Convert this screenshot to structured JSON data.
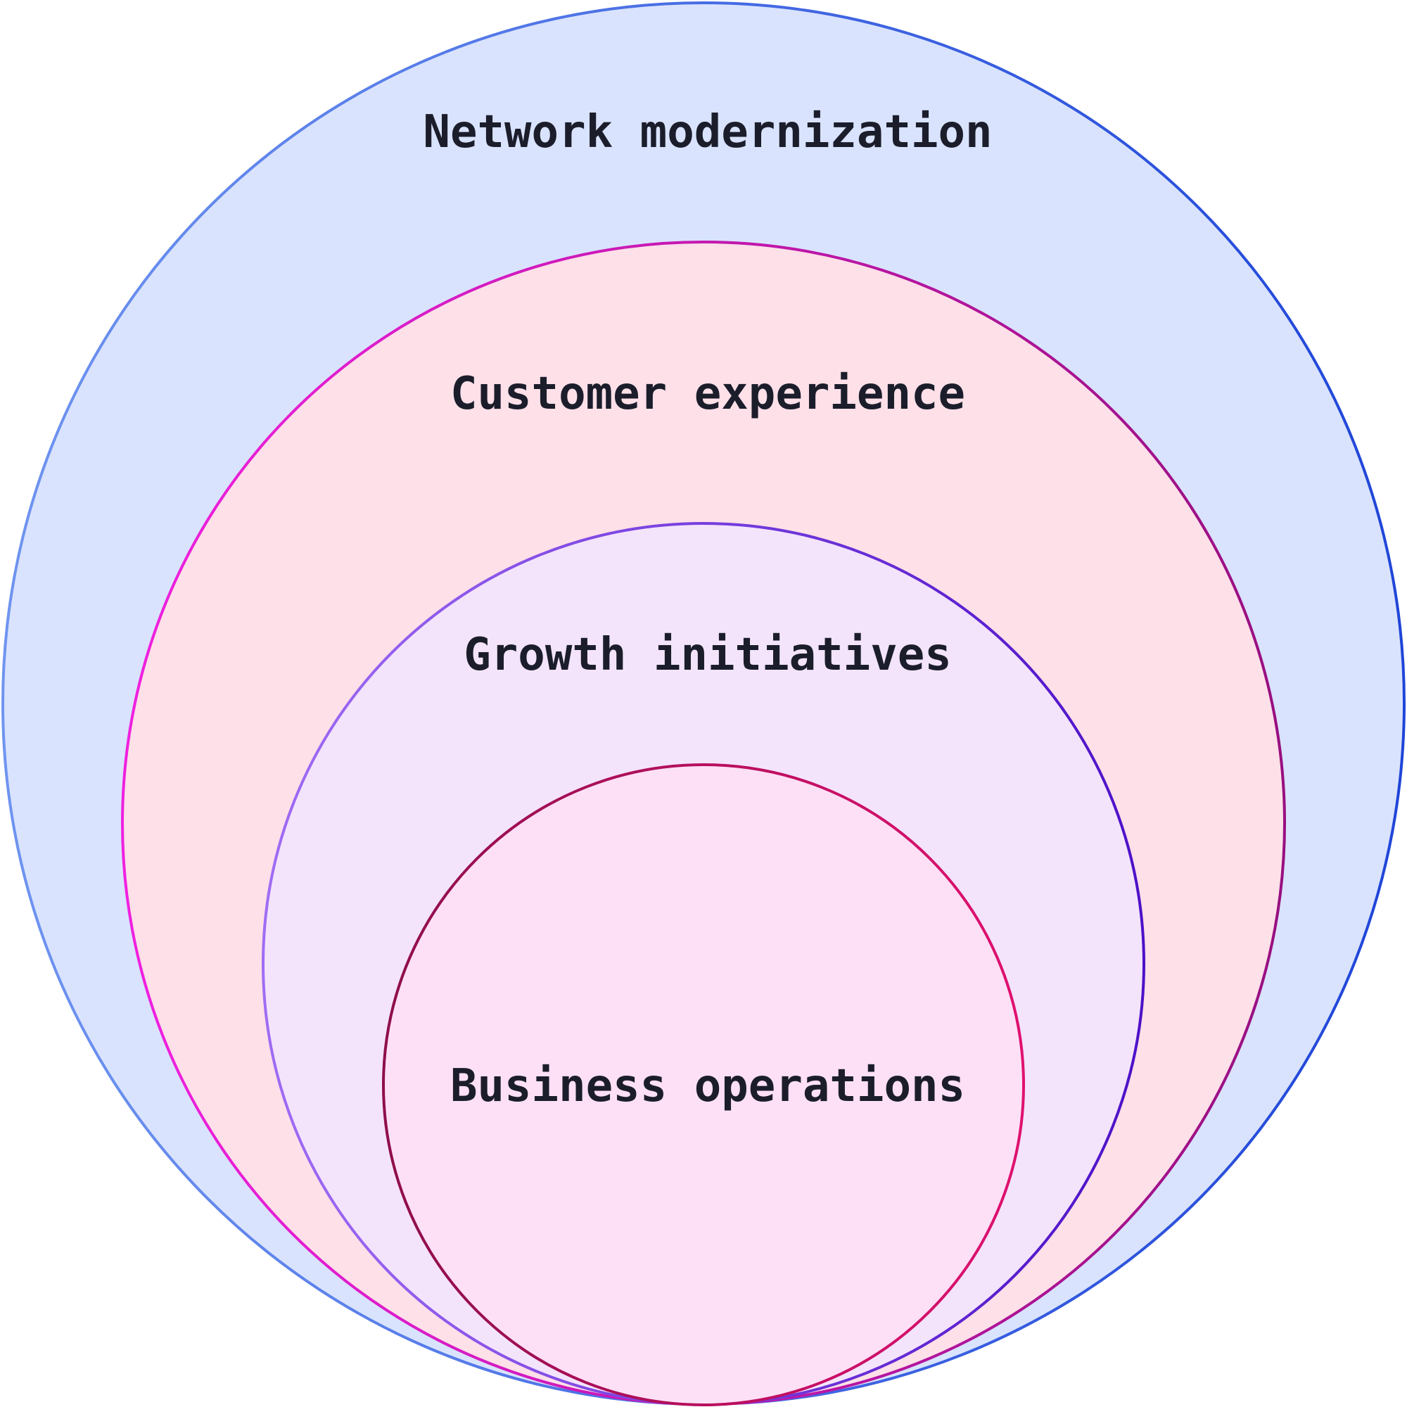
{
  "diagram": {
    "type": "nested-circles",
    "rings": [
      {
        "label": "Network modernization",
        "fill": "#d9e3fd",
        "stroke_from": "#6f94f0",
        "stroke_to": "#1f45d8"
      },
      {
        "label": "Customer experience",
        "fill": "#fde0e8",
        "stroke_from": "#f020e0",
        "stroke_to": "#980f80"
      },
      {
        "label": "Growth initiatives",
        "fill": "#f3e4fc",
        "stroke_from": "#a06cf4",
        "stroke_to": "#4d10c8"
      },
      {
        "label": "Business operations",
        "fill": "#fde0f6",
        "stroke_from": "#8e0e4c",
        "stroke_to": "#e01070"
      }
    ]
  }
}
